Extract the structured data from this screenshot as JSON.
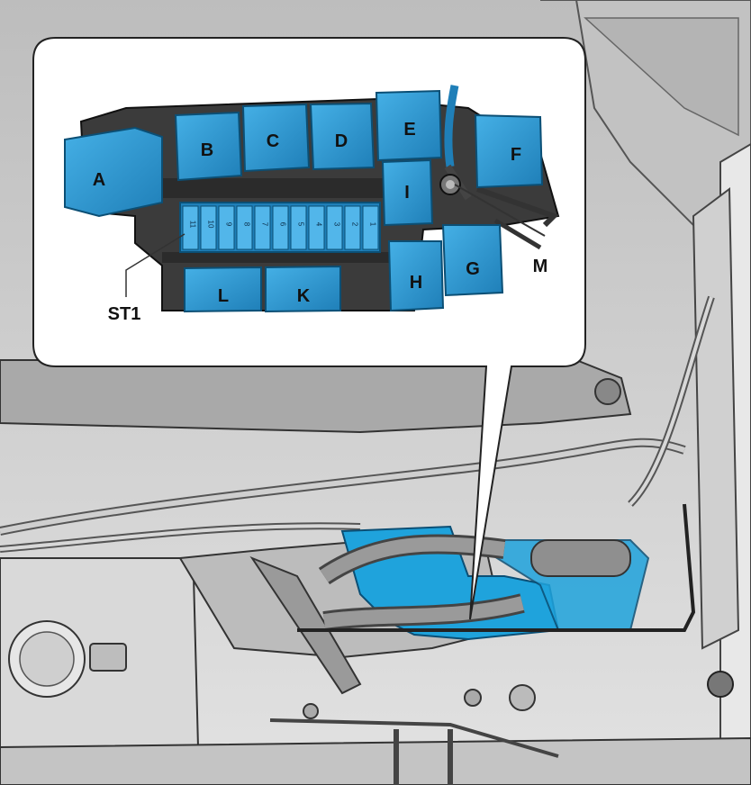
{
  "components": {
    "A": "A",
    "B": "B",
    "C": "C",
    "D": "D",
    "E": "E",
    "F": "F",
    "G": "G",
    "H": "H",
    "I": "I",
    "K": "K",
    "L": "L",
    "M": "M"
  },
  "fuse_strip": {
    "label": "ST1",
    "slots": [
      "11",
      "10",
      "9",
      "8",
      "7",
      "6",
      "5",
      "4",
      "3",
      "2",
      "1"
    ]
  },
  "colors": {
    "relay_blue": "#2f9ad4",
    "relay_blue_dark": "#1a6a9e",
    "callout_bg": "#ffffff",
    "engine_bay": "#d6d6d6",
    "highlight_blue": "#1fa3dc"
  }
}
